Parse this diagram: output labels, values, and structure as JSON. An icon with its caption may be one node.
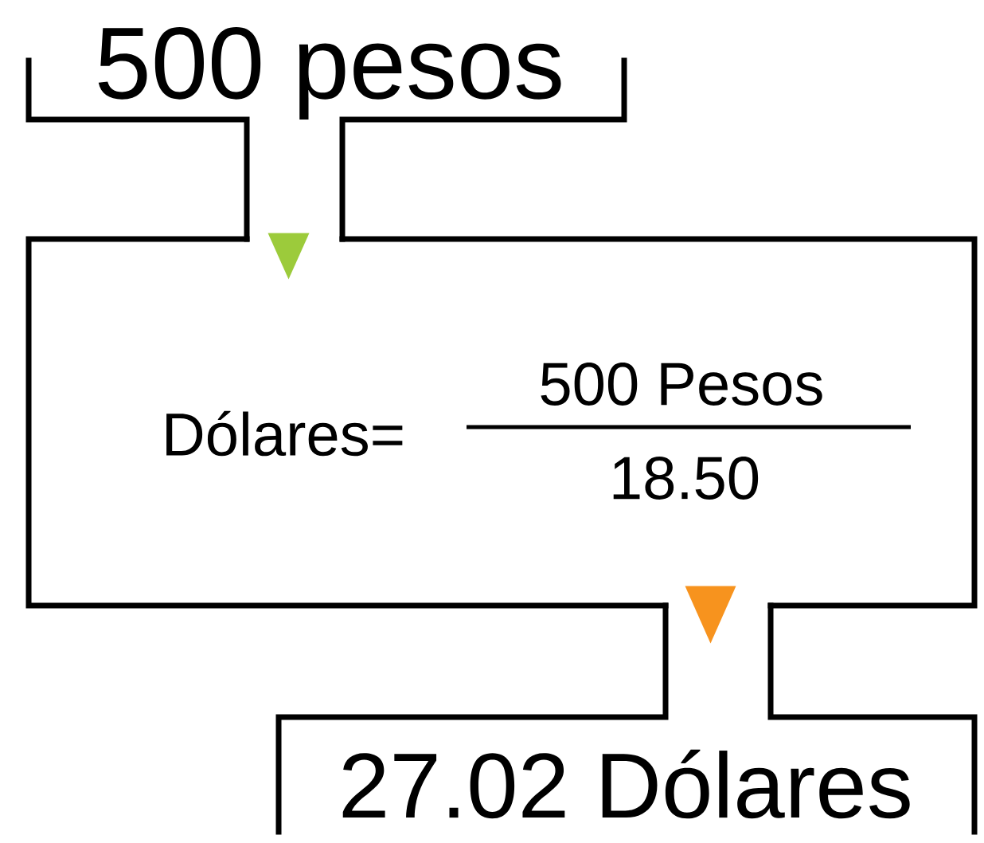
{
  "diagram": {
    "nodes": [
      {
        "text": [
          "500 pesos"
        ]
      },
      {
        "text": [
          "Dólares=",
          "500 Pesos",
          "18.50"
        ]
      },
      {
        "text": [
          "27.02 Dólares"
        ]
      }
    ],
    "edges": [
      {
        "from": 0,
        "to": 1,
        "arrow": "to",
        "color": "#9ccb3b"
      },
      {
        "from": 1,
        "to": 2,
        "arrow": "to",
        "color": "#f7931e"
      }
    ]
  }
}
